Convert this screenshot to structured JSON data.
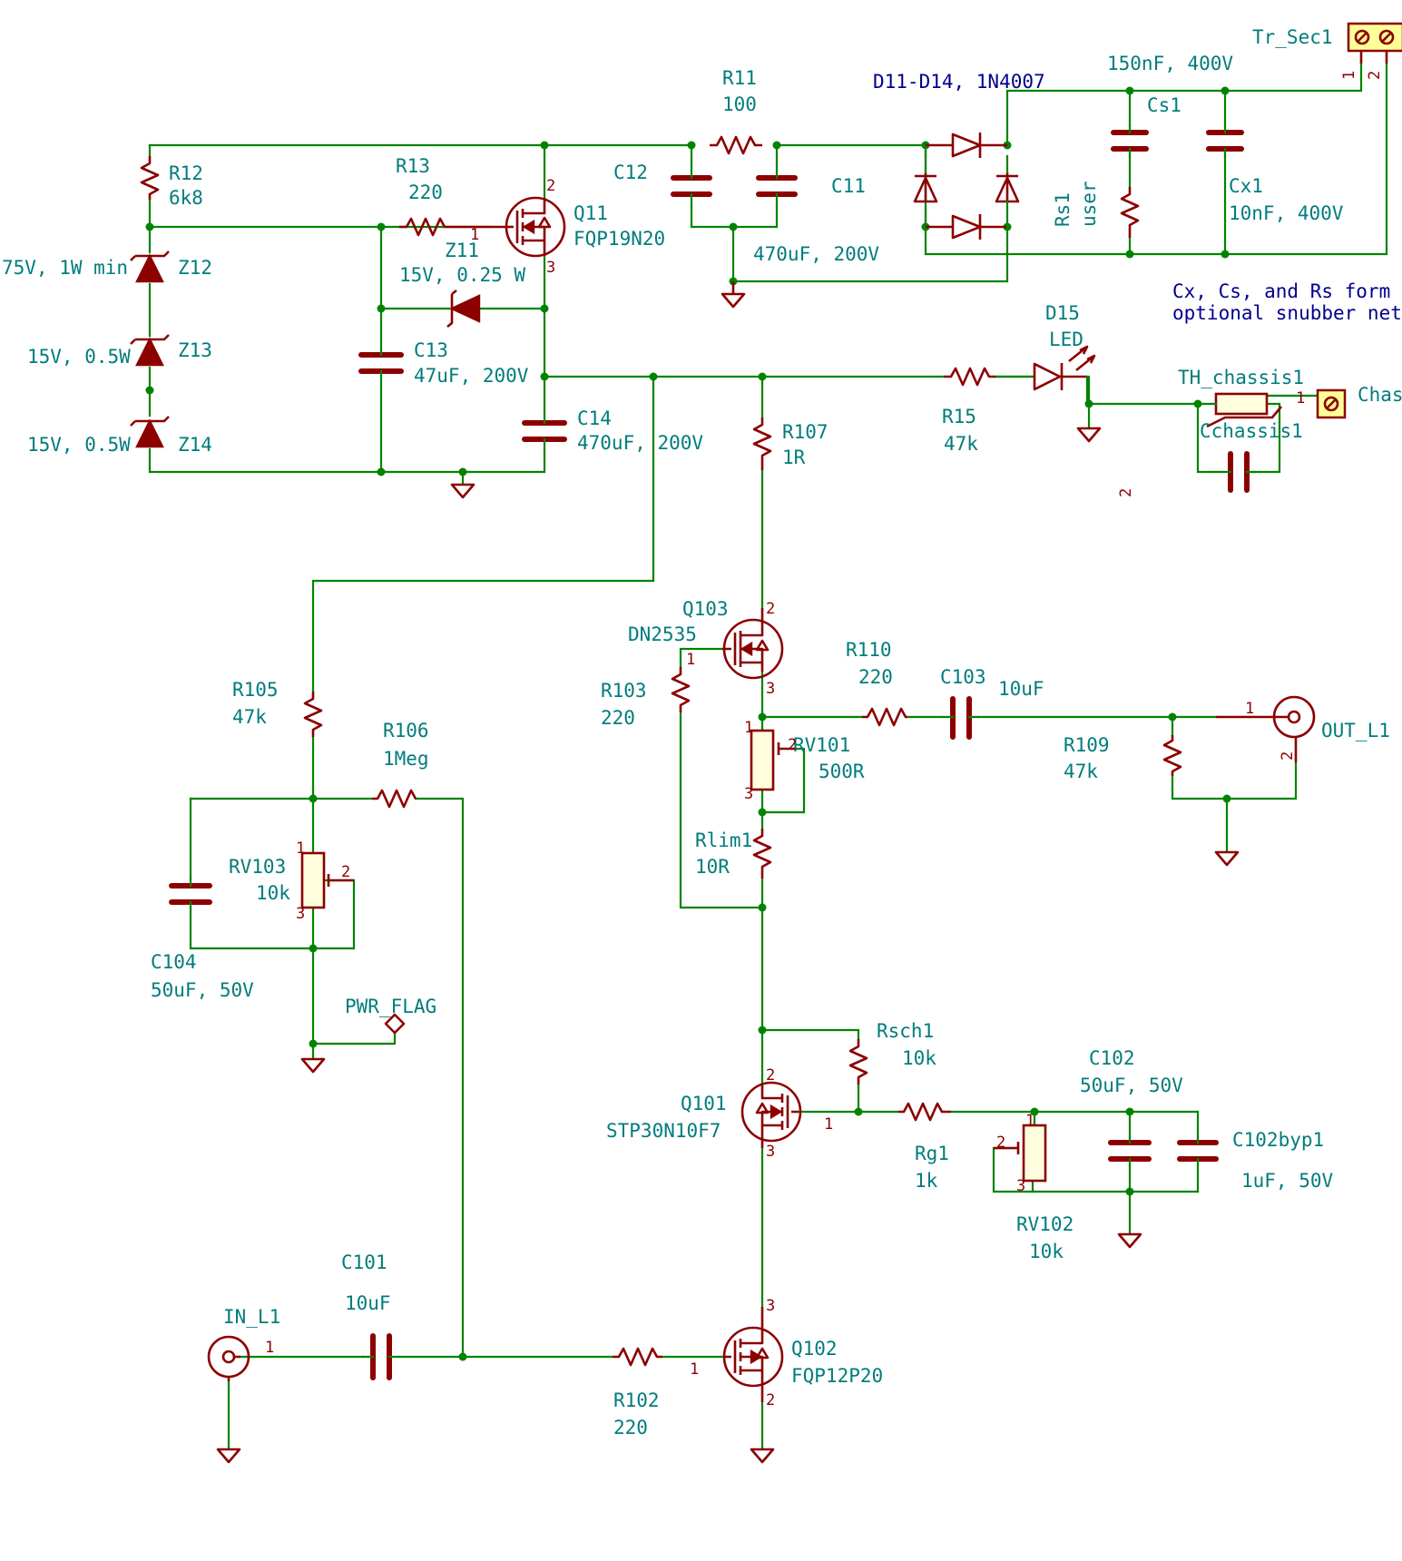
{
  "colors": {
    "wire": "#008400",
    "component": "#8c0000",
    "reference_text": "#007c7c",
    "note_text": "#00008c",
    "component_fill": "#ffffe0",
    "connector_fill": "#ffff99",
    "background": "#ffffff"
  },
  "labels": {
    "r12_ref": "R12",
    "r12_val": "6k8",
    "r13_ref": "R13",
    "r13_val": "220",
    "r11_ref": "R11",
    "r11_val": "100",
    "c12_ref": "C12",
    "c11_ref": "C11",
    "c11_val": "470uF, 200V",
    "bridge": "D11-D14, 1N4007",
    "cs1_ref": "Cs1",
    "cs1_val": "150nF, 400V",
    "rs1_ref": "Rs1",
    "rs1_val": "user",
    "cx1_ref": "Cx1",
    "cx1_val": "10nF, 400V",
    "tr_ref": "Tr_Sec1",
    "note_line1": "Cx, Cs, and Rs form t",
    "note_line2": "optional snubber netw",
    "q11_ref": "Q11",
    "q11_val": "FQP19N20",
    "z11_ref": "Z11",
    "z11_val": "15V, 0.25 W",
    "z12_ref": "Z12",
    "z12_val": "75V, 1W min",
    "z13_ref": "Z13",
    "z13_val": "15V, 0.5W",
    "z14_ref": "Z14",
    "z14_val": "15V, 0.5W",
    "c13_ref": "C13",
    "c13_val": "47uF, 200V",
    "c14_ref": "C14",
    "c14_val": "470uF, 200V",
    "d15_ref": "D15",
    "d15_val": "LED",
    "r15_ref": "R15",
    "r15_val": "47k",
    "th_ref": "TH_chassis1",
    "cch_ref": "Cchassis1",
    "chas_ref": "Chas",
    "r107_ref": "R107",
    "r107_val": "1R",
    "q103_ref": "Q103",
    "q103_val": "DN2535",
    "r103_ref": "R103",
    "r103_val": "220",
    "r110_ref": "R110",
    "r110_val": "220",
    "c103_ref": "C103",
    "c103_val": "10uF",
    "rv101_ref": "RV101",
    "rv101_val": "500R",
    "r109_ref": "R109",
    "r109_val": "47k",
    "out_ref": "OUT_L1",
    "rlim_ref": "Rlim1",
    "rlim_val": "10R",
    "r105_ref": "R105",
    "r105_val": "47k",
    "r106_ref": "R106",
    "r106_val": "1Meg",
    "rv103_ref": "RV103",
    "rv103_val": "10k",
    "c104_ref": "C104",
    "c104_val": "50uF, 50V",
    "pwr_flag": "PWR_FLAG",
    "rsch_ref": "Rsch1",
    "rsch_val": "10k",
    "q101_ref": "Q101",
    "q101_val": "STP30N10F7",
    "rg1_ref": "Rg1",
    "rg1_val": "1k",
    "c102_ref": "C102",
    "c102_val": "50uF, 50V",
    "c102b_ref": "C102byp1",
    "c102b_val": "1uF, 50V",
    "rv102_ref": "RV102",
    "rv102_val": "10k",
    "c101_ref": "C101",
    "c101_val": "10uF",
    "in_ref": "IN_L1",
    "r102_ref": "R102",
    "r102_val": "220",
    "q102_ref": "Q102",
    "q102_val": "FQP12P20"
  },
  "pins": {
    "p1": "1",
    "p2": "2",
    "p3": "3"
  }
}
